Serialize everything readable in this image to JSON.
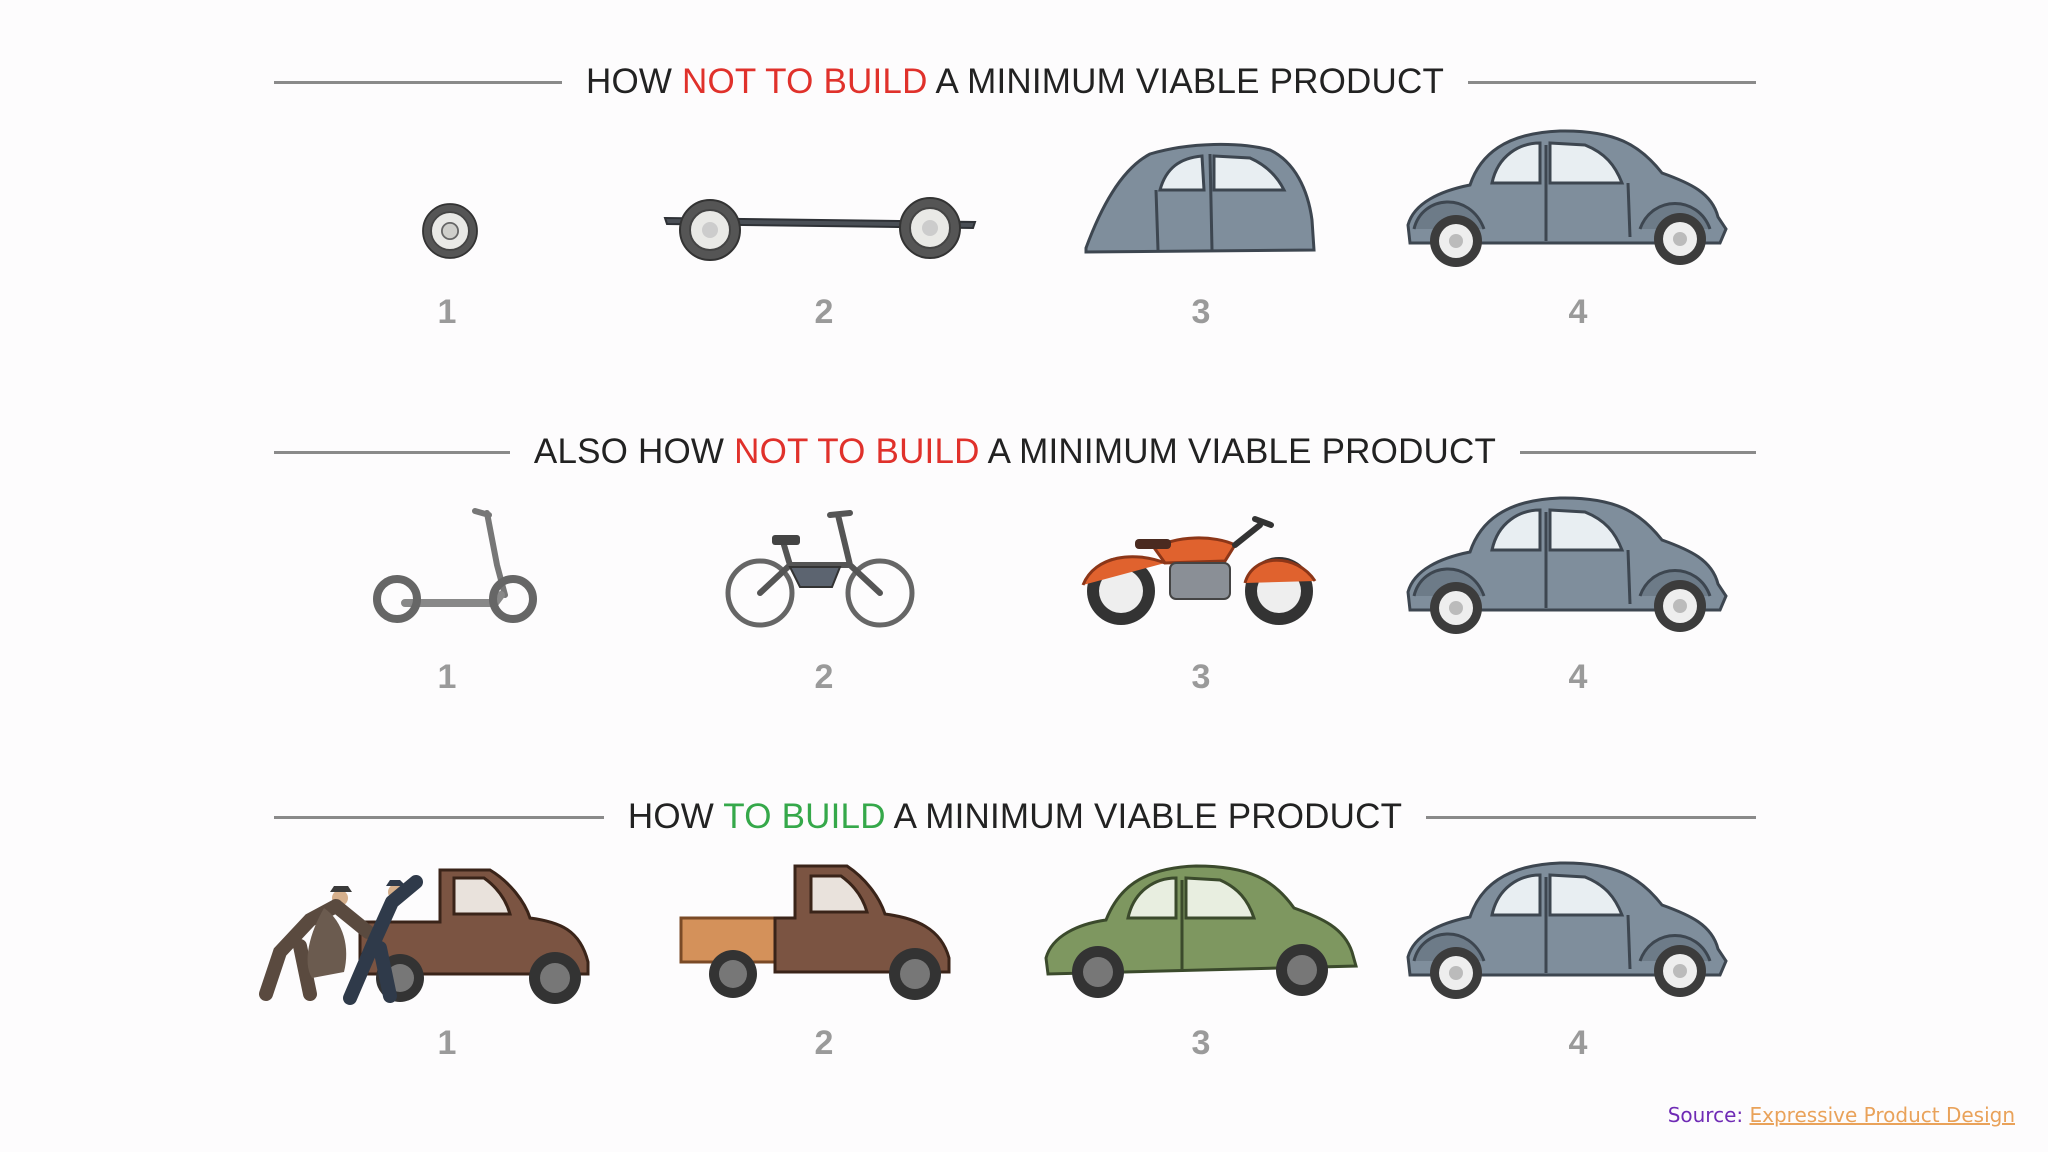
{
  "rows": [
    {
      "title_prefix": "HOW ",
      "title_highlight": "NOT TO BUILD",
      "title_suffix": " A MINIMUM VIABLE PRODUCT",
      "highlight_color": "#e0312b",
      "items": [
        {
          "label": "1",
          "icon": "wheel-icon"
        },
        {
          "label": "2",
          "icon": "chassis-icon"
        },
        {
          "label": "3",
          "icon": "car-body-icon"
        },
        {
          "label": "4",
          "icon": "car-icon"
        }
      ]
    },
    {
      "title_prefix": "ALSO HOW ",
      "title_highlight": "NOT TO BUILD",
      "title_suffix": " A MINIMUM VIABLE PRODUCT",
      "highlight_color": "#e0312b",
      "items": [
        {
          "label": "1",
          "icon": "scooter-icon"
        },
        {
          "label": "2",
          "icon": "moped-icon"
        },
        {
          "label": "3",
          "icon": "motorcycle-icon"
        },
        {
          "label": "4",
          "icon": "car-icon"
        }
      ]
    },
    {
      "title_prefix": "HOW ",
      "title_highlight": "TO BUILD",
      "title_suffix": " A MINIMUM VIABLE PRODUCT",
      "highlight_color": "#35a84a",
      "items": [
        {
          "label": "1",
          "icon": "pushed-truck-icon"
        },
        {
          "label": "2",
          "icon": "truck-icon"
        },
        {
          "label": "3",
          "icon": "green-car-icon"
        },
        {
          "label": "4",
          "icon": "car-icon"
        }
      ]
    }
  ],
  "source": {
    "prefix": "Source: ",
    "link_text": "Expressive Product Design"
  }
}
